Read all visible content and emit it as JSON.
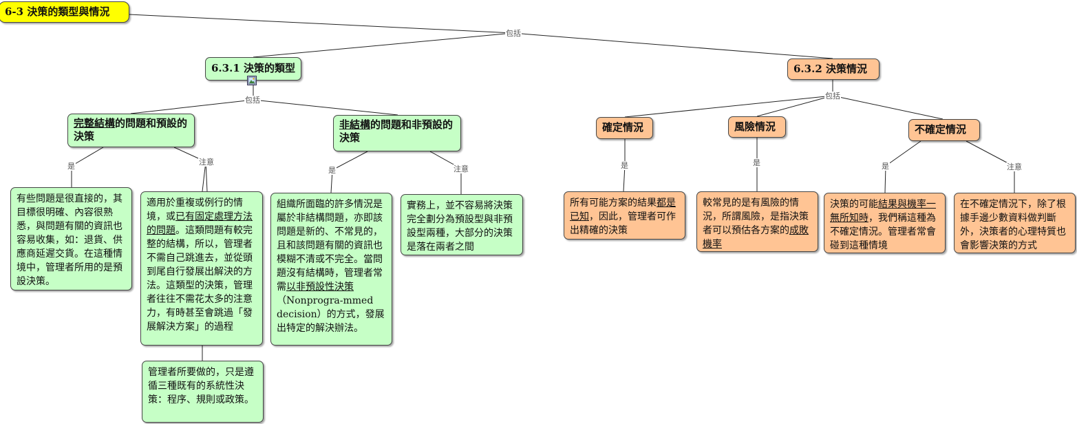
{
  "root": {
    "title": "6-3  決策的類型與情況"
  },
  "link_labels": {
    "root_include": "包括",
    "types_include": "包括",
    "situations_include": "包括",
    "structured_is": "是",
    "structured_note": "注意",
    "unstructured_is": "是",
    "unstructured_note": "注意",
    "certain_is": "是",
    "risk_is": "是",
    "uncertain_is": "是",
    "uncertain_note": "注意"
  },
  "types": {
    "title": "6.3.1 決策的類型",
    "image_icon": "image-icon",
    "structured": {
      "title_u": "完整結構",
      "title_rest": "的問題和預設的決策",
      "desc": "有些問題是很直接的，其目標很明確、內容很熟悉，與問題有關的資訊也容易收集，如：退貨、供應商延遲交貨。在這種情境中，管理者所用的是預設決策。",
      "note_a": "適用於重複或例行的情境，或",
      "note_u": "已有固定處理方法的問題",
      "note_b": "。這類問題有較完整的結構，所以，管理者不需自己跳進去，並從頭到尾自行發展出解決的方法。這類型的決策，管理者往往不需花太多的注意力，有時甚至會跳過「發展解決方案」的過程",
      "note2": "管理者所要做的，只是遵循三種既有的系統性決策：程序、規則或政策。"
    },
    "unstructured": {
      "title_u": "非結構",
      "title_rest": "的問題和非預設的決策",
      "desc_a": "組織所面臨的許多情況是屬於非結構問題，亦即該問題是新的、不常見的，且和該問題有關的資訊也模糊不清或不完全。當問題沒有結構時，管理者常需",
      "desc_u": "以非預設性決策",
      "desc_b": "（Nonprogra-mmed decision）的方式，發展出特定的解決辦法。",
      "note": "實務上，並不容易將決策完全劃分為預設型與非預設型兩種，大部分的決策是落在兩者之間"
    }
  },
  "situations": {
    "title": "6.3.2  決策情況",
    "certain": {
      "title": "確定情況",
      "desc_a": "所有可能方案的結果",
      "desc_u": "都是已知",
      "desc_b": "，因此，管理者可作出精確的決策"
    },
    "risk": {
      "title": "風險情況",
      "desc_a": "較常見的是有風險的情況，所謂風險，是指決策者可以預估各方案的",
      "desc_u": "成敗機率"
    },
    "uncertain": {
      "title": "不確定情況",
      "desc_a": "決策的可能",
      "desc_u": "結果與機率一無所知時",
      "desc_b": "，我們稱這種為不確定情況。管理者常會碰到這種情境",
      "note": "在不確定情況下，除了根據手邊少數資料做判斷外，決策者的心理特質也會影響決策的方式"
    }
  },
  "colors": {
    "root_fill": "#ffff00",
    "types_fill": "#c6ffc6",
    "situations_fill": "#ffc494",
    "line": "#222222"
  }
}
